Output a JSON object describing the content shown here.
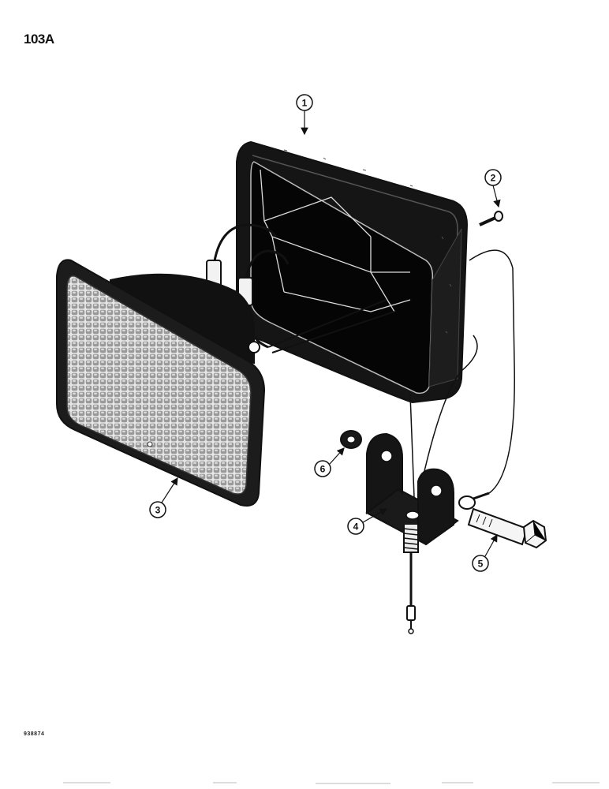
{
  "page": {
    "number": "103A",
    "catalog_code": "938874"
  },
  "callouts": [
    {
      "label": "1",
      "part": "lamp-housing"
    },
    {
      "label": "2",
      "part": "screw"
    },
    {
      "label": "3",
      "part": "sealed-beam-lamp"
    },
    {
      "label": "4",
      "part": "mounting-bracket"
    },
    {
      "label": "5",
      "part": "bolt"
    },
    {
      "label": "6",
      "part": "washer"
    }
  ],
  "colors": {
    "ink": "#111111",
    "paper": "#ffffff"
  }
}
